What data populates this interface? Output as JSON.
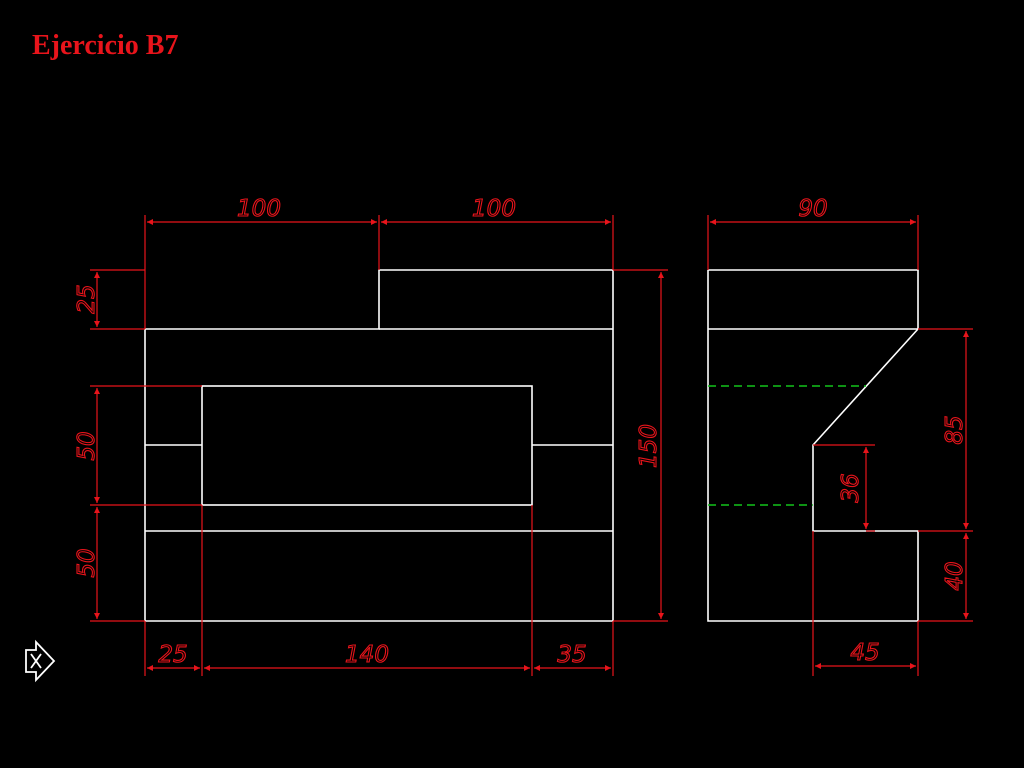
{
  "title": "Ejercicio B7",
  "colors": {
    "background": "#000000",
    "object": "#ffffff",
    "dimension": "#e8141b",
    "hidden": "#12c41b"
  },
  "dimensions": {
    "front_top_left": "100",
    "front_top_right": "100",
    "front_left_top": "25",
    "front_left_mid": "50",
    "front_left_bottom": "50",
    "front_right_total": "150",
    "front_bottom_left": "25",
    "front_bottom_mid": "140",
    "front_bottom_right": "35",
    "side_top": "90",
    "side_slot": "36",
    "side_right_upper": "85",
    "side_right_lower": "40",
    "side_bottom": "45"
  },
  "nav": {
    "icon": "next-slide-icon"
  }
}
